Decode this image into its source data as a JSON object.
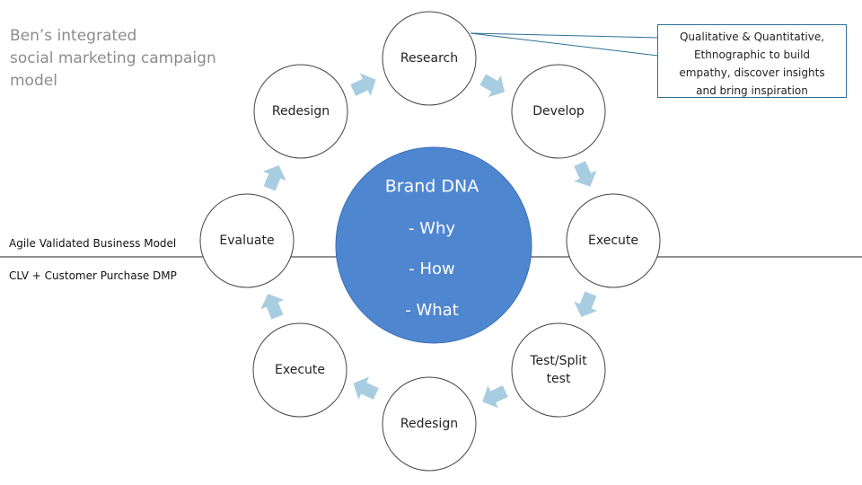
{
  "title_lines": [
    "Ben’s integrated",
    "social marketing  campaign",
    "model"
  ],
  "core": {
    "title": "Brand DNA",
    "items": [
      "- Why",
      "- How",
      "- What"
    ],
    "fill": "#4f86d0"
  },
  "cycle": [
    {
      "id": "research",
      "lines": [
        "Research"
      ]
    },
    {
      "id": "develop",
      "lines": [
        "Develop"
      ]
    },
    {
      "id": "execute-1",
      "lines": [
        "Execute"
      ]
    },
    {
      "id": "test-split-test",
      "lines": [
        "Test/Split",
        "test"
      ]
    },
    {
      "id": "redesign-bottom",
      "lines": [
        "Redesign"
      ]
    },
    {
      "id": "execute-2",
      "lines": [
        "Execute"
      ]
    },
    {
      "id": "evaluate",
      "lines": [
        "Evaluate"
      ]
    },
    {
      "id": "redesign-top",
      "lines": [
        "Redesign"
      ]
    }
  ],
  "divider": {
    "above": "Agile Validated Business Model",
    "below": "CLV + Customer Purchase DMP"
  },
  "callout": {
    "lines": [
      "Qualitative & Quantitative,",
      "Ethnographic to build",
      "empathy, discover insights",
      "and bring inspiration"
    ],
    "attached_to": "research"
  },
  "colors": {
    "arrow": "#a9cde0",
    "callout_border": "#2e6f96",
    "node_stroke": "#444444"
  }
}
